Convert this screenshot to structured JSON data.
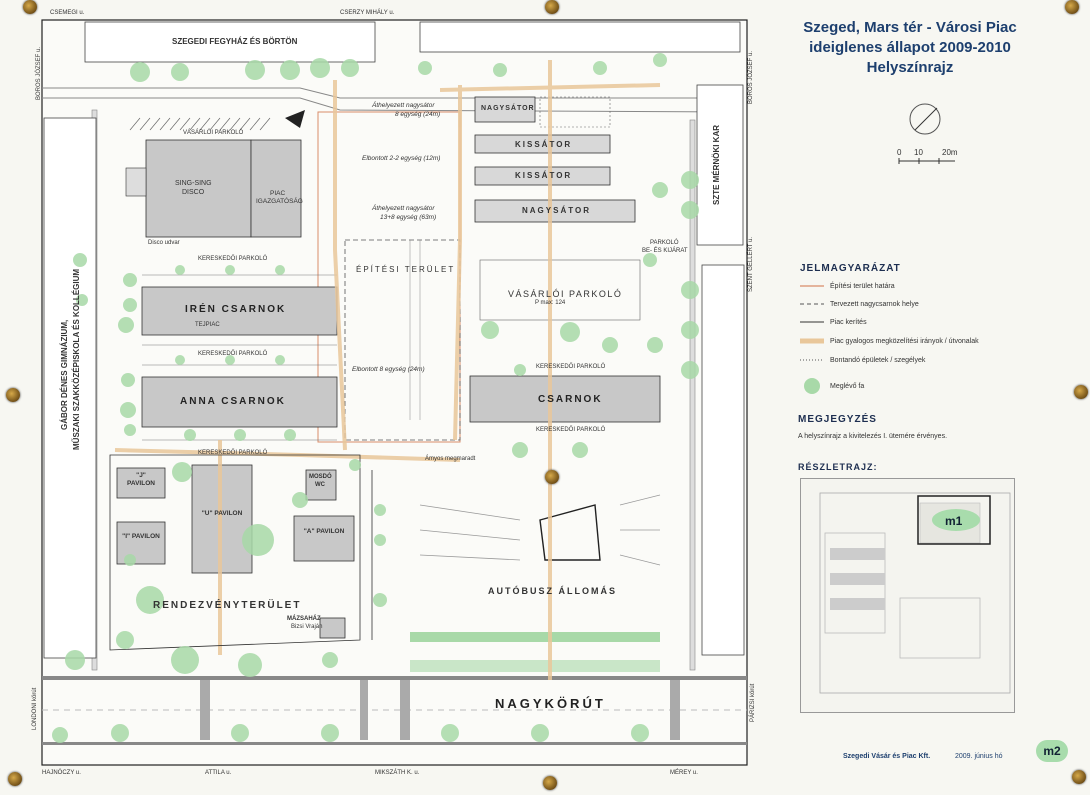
{
  "title": {
    "line1": "Szeged, Mars tér - Városi Piac",
    "line2": "ideiglenes állapot 2009-2010",
    "line3": "Helyszínrajz"
  },
  "scale": {
    "label0": "0",
    "label1": "10",
    "label2": "20m"
  },
  "legend": {
    "heading": "JELMAGYARÁZAT",
    "items": [
      {
        "text": "Építési terület határa",
        "symbol": "line",
        "color": "#d98c6a"
      },
      {
        "text": "Tervezett nagycsarnok helye",
        "symbol": "dash",
        "color": "#555555"
      },
      {
        "text": "Piac kerítés",
        "symbol": "line",
        "color": "#333333"
      },
      {
        "text": "Piac gyalogos megközelítési irányok / útvonalak",
        "symbol": "thick",
        "color": "#e9c79a"
      },
      {
        "text": "Bontandó épületek / szegélyek",
        "symbol": "dot",
        "color": "#555555"
      },
      {
        "text": "Meglévő fa",
        "symbol": "tree",
        "color": "#a8d9a8"
      }
    ]
  },
  "notes": {
    "heading": "MEGJEGYZÉS",
    "text": "A helyszínrajz a kivitelezés I. ütemére érvényes."
  },
  "detail": {
    "heading": "RÉSZLETRAJZ:",
    "marker": "m1"
  },
  "footer": {
    "company": "Szegedi Vásár és Piac Kft.",
    "date": "2009. június hó",
    "sheet": "m2"
  },
  "colors": {
    "building": "#c8c8c8",
    "tree": "#a8d9a8",
    "path": "#e9c79a",
    "title": "#1d3f6e",
    "road": "#9a9a9a"
  },
  "map": {
    "streets": {
      "csemegi": "CSEMEGI u.",
      "cserzy": "CSERZY MIHÁLY u.",
      "boros_tl": "BOROS JÓZSEF u.",
      "boros_tr": "BOROS JÓZSEF u.",
      "szent_gellert": "SZENT GELLÉRT u.",
      "londoni": "LONDONI körút",
      "parizsi": "PÁRIZSI körút",
      "hajnoczy": "HAJNÓCZY u.",
      "attila": "ATTILA u.",
      "mikszath": "MIKSZÁTH K. u.",
      "merey": "MÉREY u."
    },
    "prison": "SZEGEDI FEGYHÁZ ÉS BÖRTÖN",
    "szte": "SZTE MÉRNÖKI KAR",
    "gabor_line1": "GÁBOR DÉNES GIMNÁZIUM,",
    "gabor_line2": "MŰSZAKI SZAKKÖZÉPISKOLA ÉS KOLLÉGIUM",
    "vasarloi_parkolo_top": "VÁSÁRLÓI PARKOLÓ",
    "sing_sing_1": "SING-SING",
    "sing_sing_2": "DISCO",
    "piac_igaz_1": "PIAC",
    "piac_igaz_2": "IGAZGATÓSÁG",
    "disco_udvar": "Disco udvar",
    "nagysator_top": "NAGYSÁTOR",
    "kissator_1": "KISSÁTOR",
    "kissator_2": "KISSÁTOR",
    "nagysator_2": "NAGYSÁTOR",
    "athelyezett_1": "Áthelyezett nagysátor",
    "athelyezett_1b": "8 egység (24m)",
    "elbontott_1": "Elbontott 2-2 egység (12m)",
    "athelyezett_2": "Áthelyezett nagysátor",
    "athelyezett_2b": "13+8 egység (63m)",
    "elbontott_2": "Elbontott 8 egység (24m)",
    "epitesi_terulet": "ÉPÍTÉSI TERÜLET",
    "keresk_1": "KERESKEDŐI PARKOLÓ",
    "keresk_2": "KERESKEDŐI PARKOLÓ",
    "keresk_3": "KERESKEDŐI PARKOLÓ",
    "keresk_4": "KERESKEDŐI PARKOLÓ",
    "keresk_5": "KERESKEDŐI PARKOLÓ",
    "iren": "IRÉN CSARNOK",
    "tejpiac": "TEJPIAC",
    "anna": "ANNA CSARNOK",
    "vasarloi_parkolo_mid": "VÁSÁRLÓI PARKOLÓ",
    "parkolo_max": "P max: 124",
    "parkolo_be_1": "PARKOLÓ",
    "parkolo_be_2": "BE- ÉS KIJÁRAT",
    "csarnok": "CSARNOK",
    "j_pavilon": "\"J\" PAVILON",
    "i_pavilon": "\"I\" PAVILON",
    "u_pavilon": "\"U\" PAVILON",
    "a_pavilon": "\"A\" PAVILON",
    "mosdo_1": "MOSDÓ",
    "mosdo_2": "WC",
    "rendezveny": "RENDEZVÉNYTERÜLET",
    "mazsahaz_1": "MÁZSAHÁZ",
    "mazsahaz_2": "Bizsi Vraján",
    "autobusz": "AUTÓBUSZ ÁLLOMÁS",
    "nagykorut": "NAGYKÖRÚT",
    "amyos": "Ámyos megmaradt"
  }
}
